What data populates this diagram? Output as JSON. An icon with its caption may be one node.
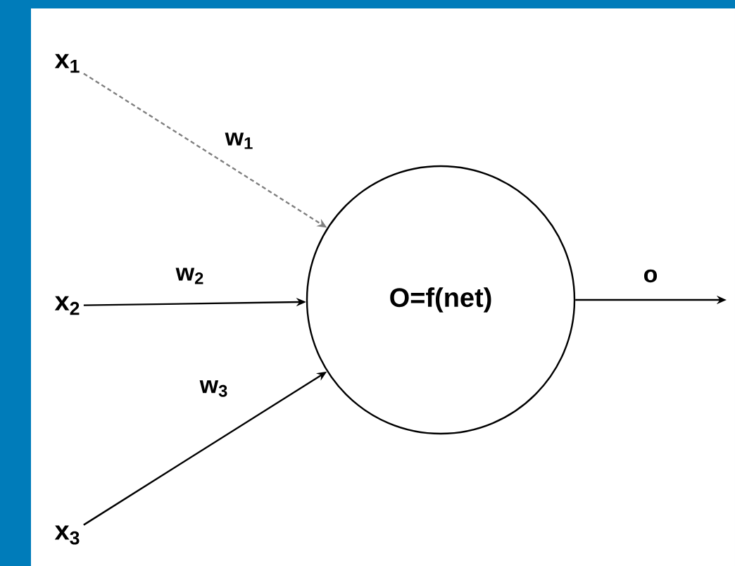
{
  "diagram": {
    "nodes": [
      {
        "text": [
          "x$_{1}$"
        ]
      },
      {
        "text": [
          "x$_{2}$"
        ]
      },
      {
        "text": [
          "x$_{3}$"
        ]
      },
      {
        "text": [
          "O=f(net)"
        ]
      }
    ],
    "edges": [
      {
        "from": 0,
        "to": 3,
        "arrow": "to",
        "label": "w$_{1}$",
        "style": "dashed",
        "color": "#808080"
      },
      {
        "from": 1,
        "to": 3,
        "arrow": "to",
        "label": "w$_{2}$"
      },
      {
        "from": 2,
        "to": 3,
        "arrow": "to",
        "label": "w$_{3}$"
      },
      {
        "from": 3,
        "to": null,
        "arrow": "to",
        "label": "o"
      }
    ]
  }
}
